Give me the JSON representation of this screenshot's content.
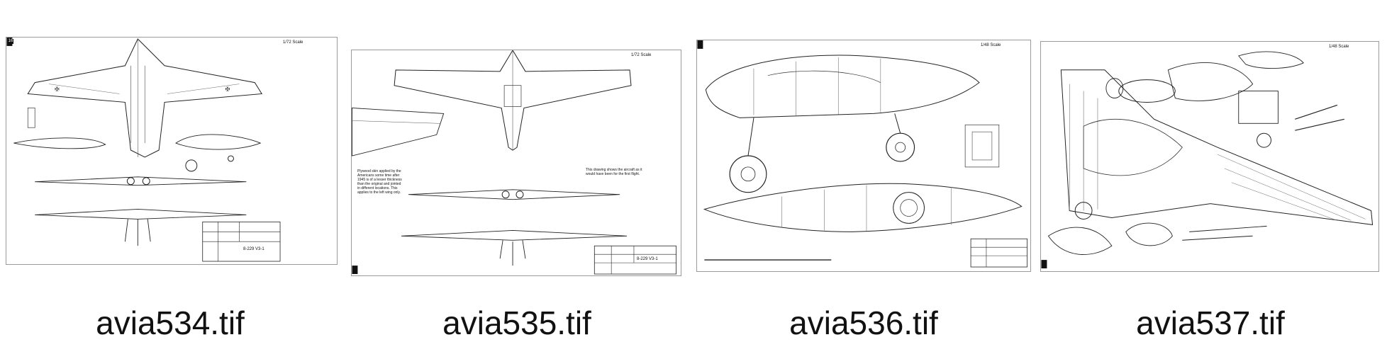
{
  "files": [
    {
      "filename": "avia534.tif",
      "page_number": "16",
      "scale_label": "1/72 Scale",
      "title_block": "8-229 V3-1"
    },
    {
      "filename": "avia535.tif",
      "page_number": "17",
      "scale_label": "1/72 Scale",
      "note_left": "Plywood skin applied by the Americans some time after 1945 is of a lesser thickness than the original and jointed in different locations. This applies to the left wing only.",
      "note_right": "This drawing shows the aircraft as it would have been for the first flight.",
      "title_block": "8-229 V3-1"
    },
    {
      "filename": "avia536.tif",
      "page_number": "18",
      "scale_label": "1/48 Scale"
    },
    {
      "filename": "avia537.tif",
      "page_number": "19",
      "scale_label": "1/48 Scale"
    }
  ],
  "colors": {
    "background": "#ffffff",
    "ink": "#111111",
    "border": "#9a9a9a"
  }
}
